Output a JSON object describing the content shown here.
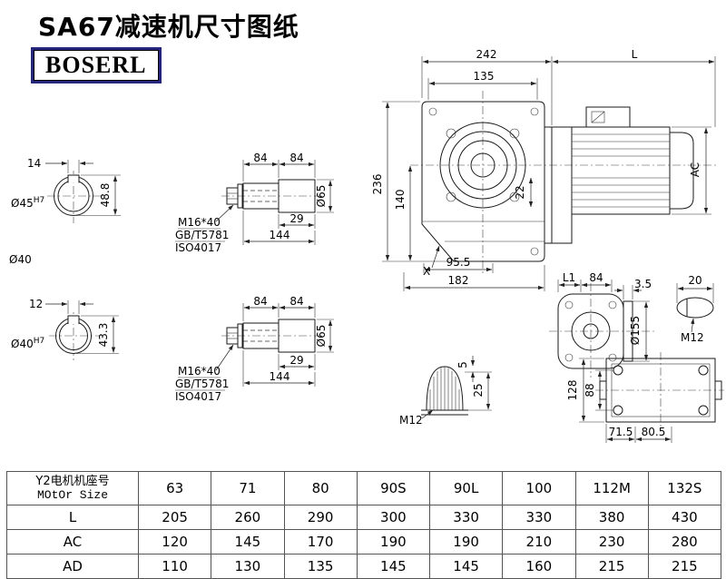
{
  "header": {
    "title": "SA67减速机尺寸图纸",
    "logo": "BOSERL"
  },
  "views": {
    "shaft_end_1": {
      "key_width": "14",
      "bore": "Ø45",
      "bore_tol": "H7",
      "key_height": "48.8",
      "alt_bore": "Ø40"
    },
    "shaft_end_2": {
      "key_width": "12",
      "bore": "Ø40",
      "bore_tol": "H7",
      "key_height": "43.3"
    },
    "shaft_side_1": {
      "seg1": "84",
      "seg2": "84",
      "key_len": "29",
      "total_len": "144",
      "dia": "Ø65",
      "bolt": "M16*40",
      "std1": "GB/T5781",
      "std2": "ISO4017"
    },
    "shaft_side_2": {
      "seg1": "84",
      "seg2": "84",
      "key_len": "29",
      "total_len": "144",
      "dia": "Ø65",
      "bolt": "M16*40",
      "std1": "GB/T5781",
      "std2": "ISO4017"
    },
    "front": {
      "width": "242",
      "motor_len": "L",
      "flange": "135",
      "height": "236",
      "axis_height": "140",
      "key": "22",
      "motor_dia": "AC",
      "foot1": "95.5",
      "foot2": "182",
      "slant": "X"
    },
    "side": {
      "l1": "L1",
      "w1": "84",
      "t1": "3.5",
      "bolt_len": "20",
      "flange_dia": "Ø155",
      "thread": "M12"
    },
    "plug": {
      "h1": "5",
      "h2": "25",
      "thread": "M12"
    },
    "bottom": {
      "h1": "128",
      "h2": "88",
      "w1": "71.5",
      "w2": "80.5"
    }
  },
  "table": {
    "header_cn": "Y2电机机座号",
    "header_en": "MOtOr Size",
    "sizes": [
      "63",
      "71",
      "80",
      "90S",
      "90L",
      "100",
      "112M",
      "132S"
    ],
    "rows": [
      {
        "label": "L",
        "values": [
          "205",
          "260",
          "290",
          "300",
          "330",
          "330",
          "380",
          "430"
        ]
      },
      {
        "label": "AC",
        "values": [
          "120",
          "145",
          "170",
          "190",
          "190",
          "210",
          "230",
          "280"
        ]
      },
      {
        "label": "AD",
        "values": [
          "110",
          "130",
          "135",
          "145",
          "145",
          "160",
          "215",
          "215"
        ]
      }
    ]
  }
}
